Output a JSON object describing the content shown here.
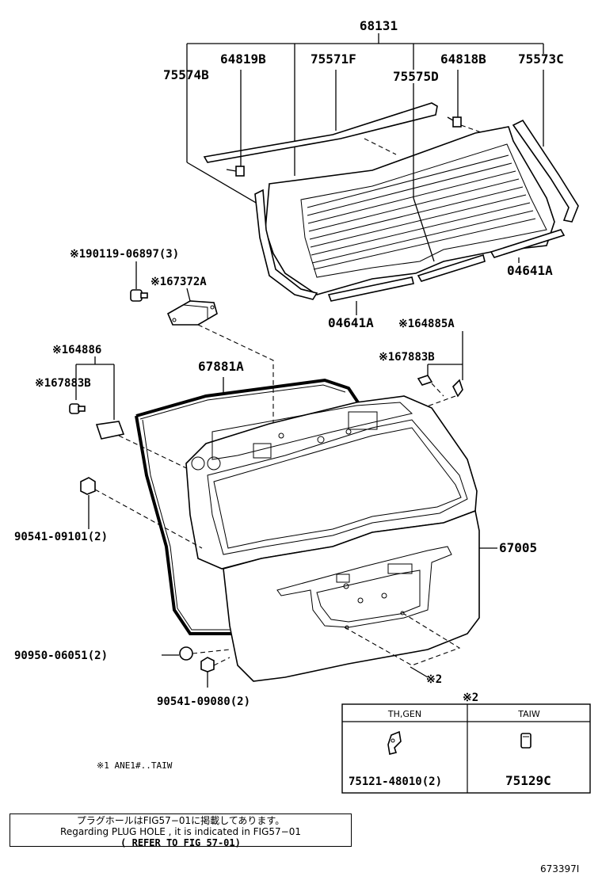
{
  "parts": {
    "p68131": "68131",
    "p64819B": "64819B",
    "p75571F": "75571F",
    "p64818B": "64818B",
    "p75573C": "75573C",
    "p75574B": "75574B",
    "p75575D": "75575D",
    "p04641A_right": "04641A",
    "p04641A_bottom": "04641A",
    "p190119": "※190119-06897(3)",
    "p167372A": "※167372A",
    "p164885A": "※164885A",
    "p164886": "※164886",
    "p167883B_left": "※167883B",
    "p167883B_right": "※167883B",
    "p67881A": "67881A",
    "p67005": "67005",
    "p90541_09101": "90541-09101(2)",
    "p90950": "90950-06051(2)",
    "p90541_09080": "90541-09080(2)",
    "ref2": "※2"
  },
  "inset": {
    "mark": "※2",
    "col1_header": "TH,GEN",
    "col2_header": "TAIW",
    "col1_part": "75121-48010(2)",
    "col2_part": "75129C"
  },
  "footnote": "※1 ANE1#..TAIW",
  "note": {
    "line1": "プラグホールはFIG57−01に掲載してあります。",
    "line2": "Regarding PLUG HOLE , it is indicated in FIG57−01",
    "line3": "( REFER TO FIG 57-01)"
  },
  "figure_id": "673397I"
}
